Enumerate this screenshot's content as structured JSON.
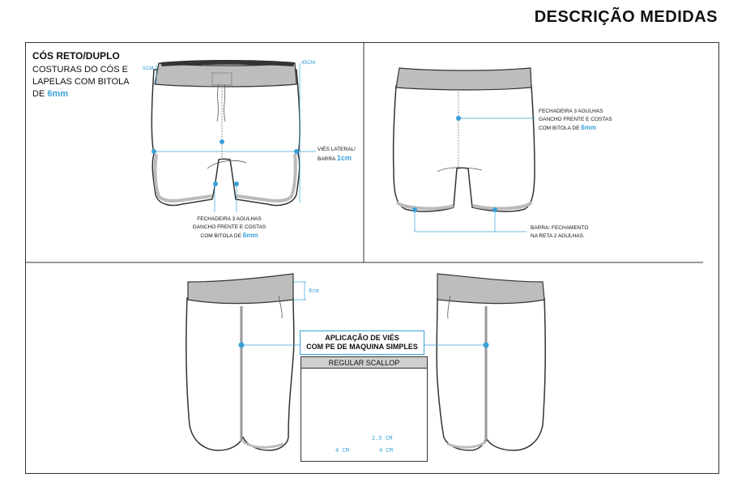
{
  "page": {
    "title": "DESCRIÇÃO MEDIDAS"
  },
  "front": {
    "heading": "CÓS RETO/DUPLO",
    "desc_line1": "COSTURAS DO CÓS E",
    "desc_line2": "LAPELAS COM BITOLA",
    "desc_prefix": "DE",
    "desc_value": "6mm",
    "dim_left": "5CM",
    "dim_right": "45CM",
    "side_label_line1": "VIÉS LATERAL/",
    "side_label_prefix": "BARRA",
    "side_label_value": "1cm",
    "crotch_line1": "FECHADEIRA 3 AGULHAS",
    "crotch_line2": "GANCHO FRENTE E COSTAS",
    "crotch_prefix": "COM BITOLA DE",
    "crotch_value": "6mm"
  },
  "back": {
    "note_line1": "FECHADEIRA 3 AGULHAS",
    "note_line2": "GANCHO FRENTE E COSTAS",
    "note_prefix": "COM BITOLA DE",
    "note_value": "6mm",
    "hem_line1": "BARRA: FECHAMENTO",
    "hem_line2": "NA RETA 2 AGULHAS."
  },
  "side": {
    "waist_dim": "6cm",
    "center_label_line1": "APLICAÇÃO DE VIÉS",
    "center_label_line2": "COM PE DE MAQUINA SIMPLES",
    "detail_title": "REGULAR SCALLOP",
    "detail_height": "2.5 CM",
    "detail_left_width": "4 CM",
    "detail_right_width": "4 CM"
  },
  "colors": {
    "accent": "#3aa0d8",
    "waistband": "#bdbdbd",
    "line": "#333333"
  }
}
